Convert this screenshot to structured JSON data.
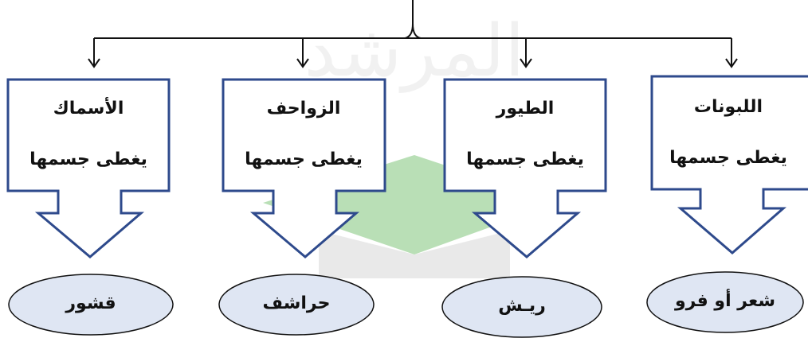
{
  "colors": {
    "box_border": "#2e4a8c",
    "connector": "#111111",
    "ellipse_fill": "#dfe6f3",
    "ellipse_border": "#111111",
    "watermark_green": "#7fc47a",
    "watermark_gray": "#cfcfcf"
  },
  "groups": [
    {
      "title": "الأسماك",
      "description": "يغطى جسمها",
      "covering": "قشور"
    },
    {
      "title": "الزواحف",
      "description": "يغطى جسمها",
      "covering": "حراشف"
    },
    {
      "title": "الطيور",
      "description": "يغطى جسمها",
      "covering": "ريـش"
    },
    {
      "title": "اللبونات",
      "description": "يغطى جسمها",
      "covering": "شعر أو فرو"
    }
  ]
}
